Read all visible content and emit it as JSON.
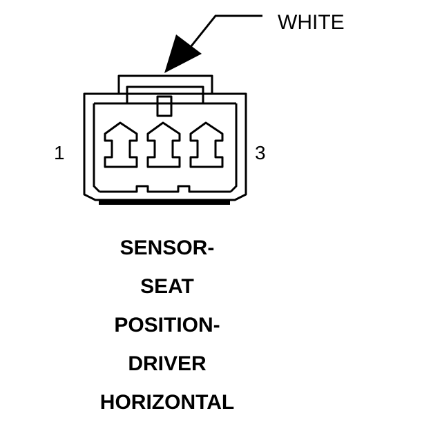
{
  "connector": {
    "wire_color_label": "WHITE",
    "pin_left_label": "1",
    "pin_right_label": "3",
    "cavity_count": 3
  },
  "title": {
    "lines": [
      "SENSOR-",
      "SEAT",
      "POSITION-",
      "DRIVER",
      "HORIZONTAL"
    ]
  },
  "colors": {
    "ink": "#000000",
    "background": "#ffffff"
  }
}
